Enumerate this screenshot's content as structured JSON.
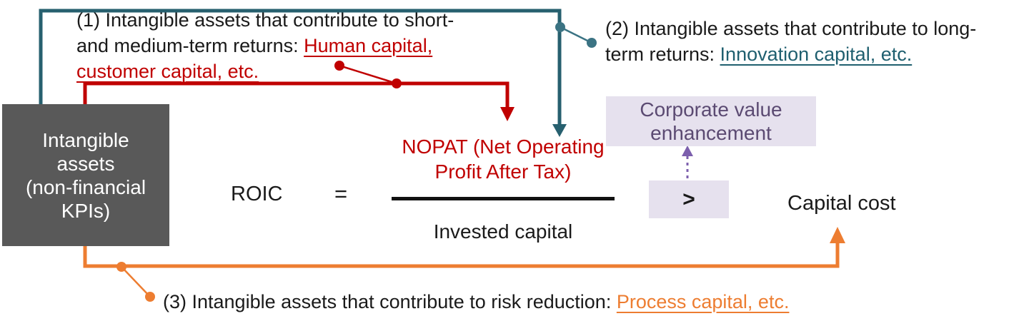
{
  "colors": {
    "teal_line": "#27606F",
    "teal_dot": "#3B7383",
    "red": "#C00000",
    "orange": "#ED7D31",
    "purple_arrow": "#7C5FAD",
    "purple_text": "#5B4A72",
    "lavender": "#E6E1EE",
    "box_gray": "#595959",
    "fraction_black": "#111111"
  },
  "source_box": {
    "line1": "Intangible",
    "line2": "assets",
    "line3": "(non-financial",
    "line4": "KPIs)"
  },
  "annotation1": {
    "line1": "(1) Intangible assets that contribute to short-",
    "line2_prefix": "and medium-term returns: ",
    "line2_link": "Human capital,",
    "line3_link": "customer capital, etc."
  },
  "annotation2": {
    "line1": "(2) Intangible assets that contribute to long-",
    "line2_prefix": "term returns: ",
    "line2_link": "Innovation capital, etc."
  },
  "annotation3": {
    "prefix": "(3) Intangible assets that contribute to risk reduction: ",
    "link": "Process capital, etc."
  },
  "formula": {
    "roic": "ROIC",
    "equals": "=",
    "numerator_line1": "NOPAT (Net Operating",
    "numerator_line2": "Profit After Tax)",
    "denominator": "Invested capital"
  },
  "comparison": {
    "corporate_line1": "Corporate value",
    "corporate_line2": "enhancement",
    "operator": ">",
    "capital_cost": "Capital cost"
  }
}
